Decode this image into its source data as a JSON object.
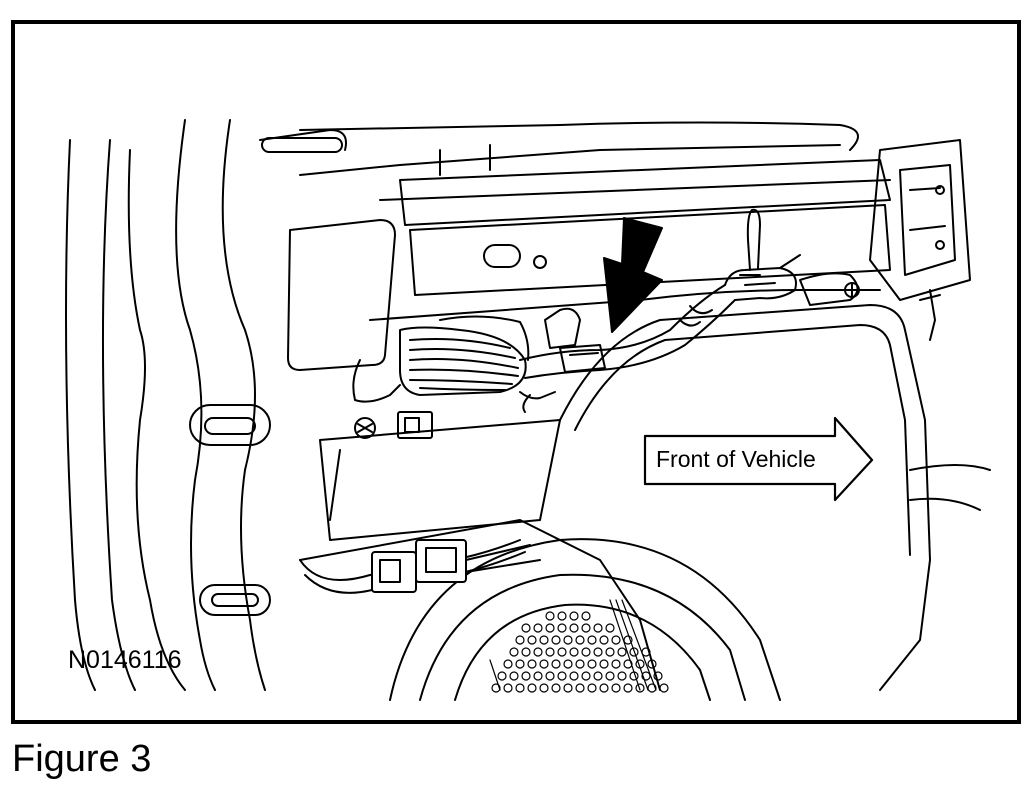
{
  "figure": {
    "code": "N0146116",
    "direction_label": "Front of Vehicle",
    "caption": "Figure 3"
  },
  "colors": {
    "line": "#000000",
    "background": "#ffffff"
  }
}
